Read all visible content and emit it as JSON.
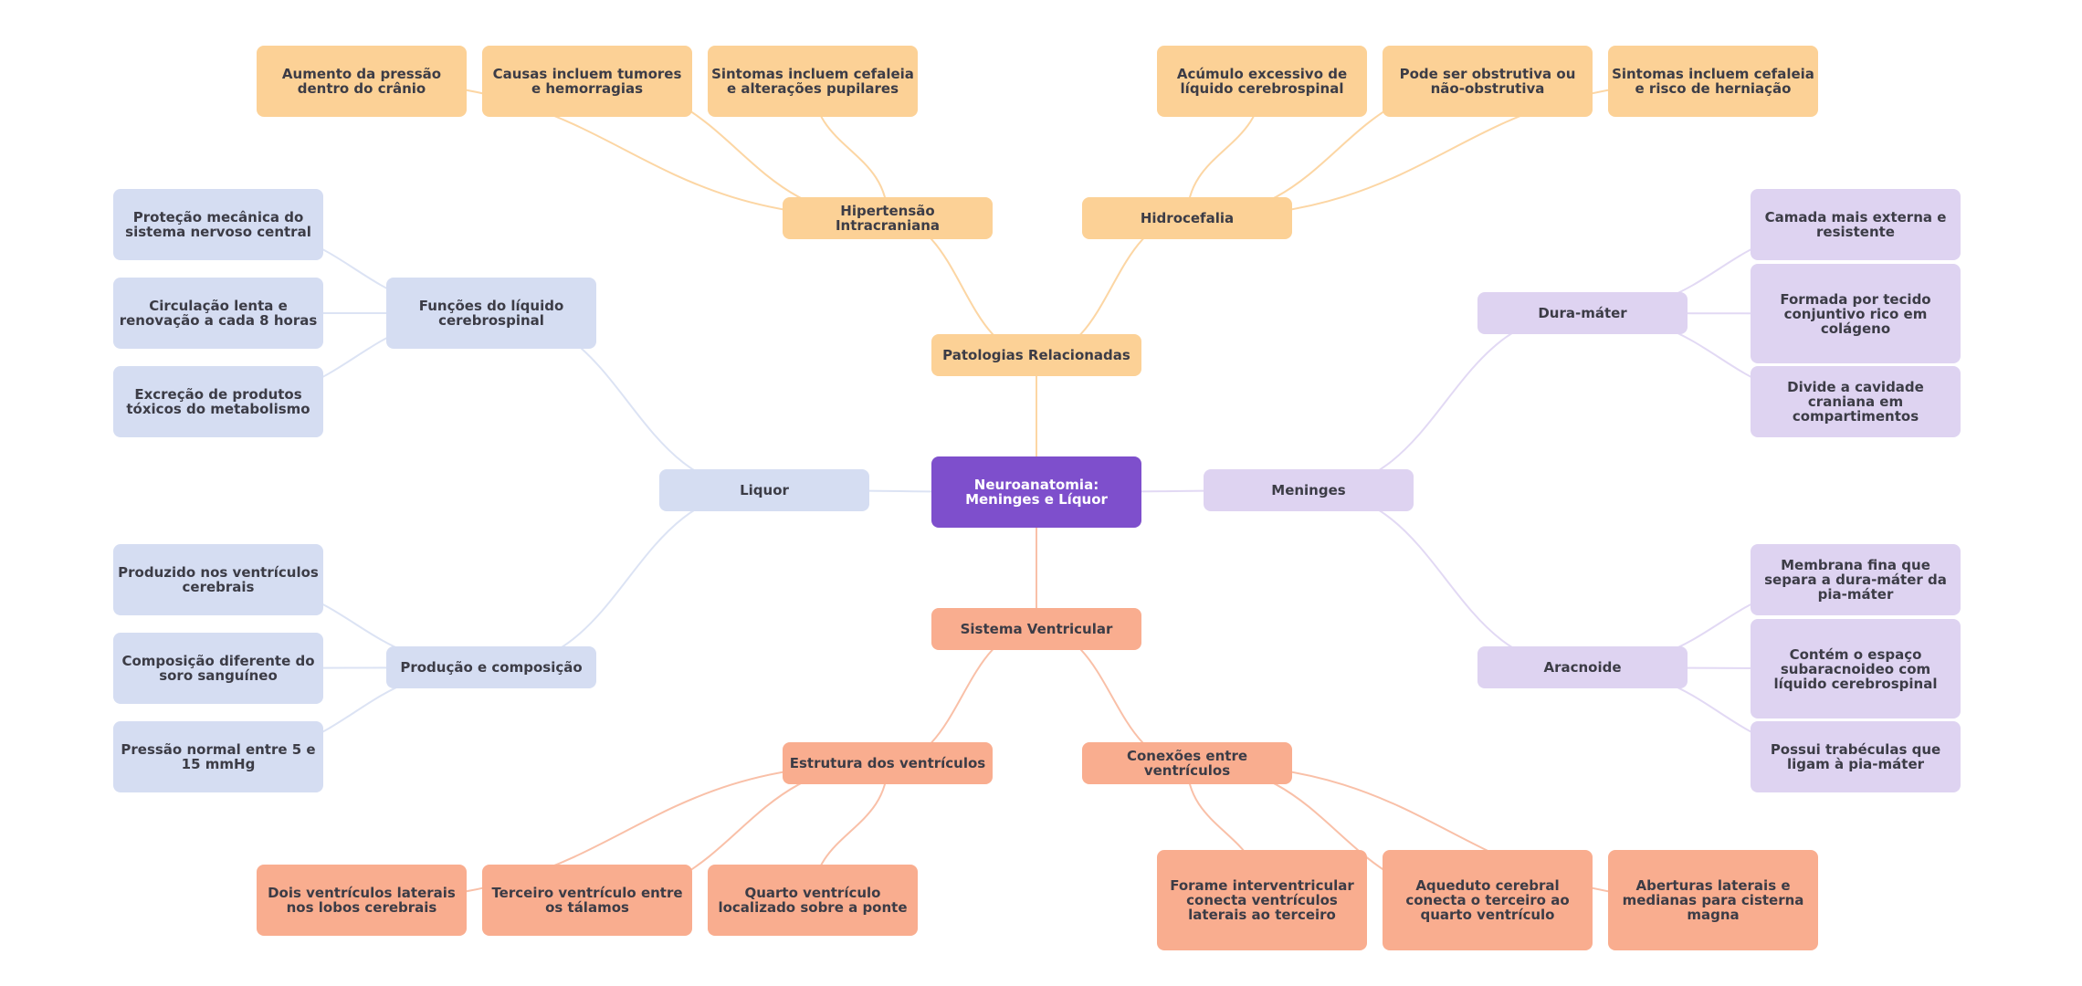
{
  "root": {
    "label": "Neuroanatomia: Meninges e Líquor",
    "color": "#7E4FCC"
  },
  "branches": [
    {
      "id": "patologias",
      "label": "Patologias Relacionadas",
      "color": "#FCD196",
      "edge_color": "#FCD6A4",
      "children": [
        {
          "label": "Hipertensão Intracraniana",
          "children": [
            {
              "label": "Aumento da pressão dentro do crânio"
            },
            {
              "label": "Causas incluem tumores e hemorragias"
            },
            {
              "label": "Sintomas incluem cefaleia e alterações pupilares"
            }
          ]
        },
        {
          "label": "Hidrocefalia",
          "children": [
            {
              "label": "Acúmulo excessivo de líquido cerebrospinal"
            },
            {
              "label": "Pode ser obstrutiva ou não-obstrutiva"
            },
            {
              "label": "Sintomas incluem cefaleia e risco de herniação"
            }
          ]
        }
      ]
    },
    {
      "id": "liquor",
      "label": "Liquor",
      "color": "#D5DDF2",
      "edge_color": "#DCE3F4",
      "children": [
        {
          "label": "Funções do líquido cerebrospinal",
          "children": [
            {
              "label": "Proteção mecânica do sistema nervoso central"
            },
            {
              "label": "Circulação lenta e renovação a cada 8 horas"
            },
            {
              "label": "Excreção de produtos tóxicos do metabolismo"
            }
          ]
        },
        {
          "label": "Produção e composição",
          "children": [
            {
              "label": "Produzido nos ventrículos cerebrais"
            },
            {
              "label": "Composição diferente do soro sanguíneo"
            },
            {
              "label": "Pressão normal entre 5 e 15 mmHg"
            }
          ]
        }
      ]
    },
    {
      "id": "meninges",
      "label": "Meninges",
      "color": "#DED3F1",
      "edge_color": "#E2D9F4",
      "children": [
        {
          "label": "Dura-máter",
          "children": [
            {
              "label": "Camada mais externa e resistente"
            },
            {
              "label": "Formada por tecido conjuntivo rico em colágeno"
            },
            {
              "label": "Divide a cavidade craniana em compartimentos"
            }
          ]
        },
        {
          "label": "Aracnoide",
          "children": [
            {
              "label": "Membrana fina que separa a dura-máter da pia-máter"
            },
            {
              "label": "Contém o espaço subaracnoideo com líquido cerebrospinal"
            },
            {
              "label": "Possui trabéculas que ligam à pia-máter"
            }
          ]
        }
      ]
    },
    {
      "id": "ventricular",
      "label": "Sistema Ventricular",
      "color": "#F9AD8F",
      "edge_color": "#F9C0A8",
      "children": [
        {
          "label": "Estrutura dos ventrículos",
          "children": [
            {
              "label": "Dois ventrículos laterais nos lobos cerebrais"
            },
            {
              "label": "Terceiro ventrículo entre os tálamos"
            },
            {
              "label": "Quarto ventrículo localizado sobre a ponte"
            }
          ]
        },
        {
          "label": "Conexões entre ventrículos",
          "children": [
            {
              "label": "Forame interventricular conecta ventrículos laterais ao terceiro"
            },
            {
              "label": "Aqueduto cerebral conecta o terceiro ao quarto ventrículo"
            },
            {
              "label": "Aberturas laterais e medianas para cisterna magna"
            }
          ]
        }
      ]
    }
  ]
}
